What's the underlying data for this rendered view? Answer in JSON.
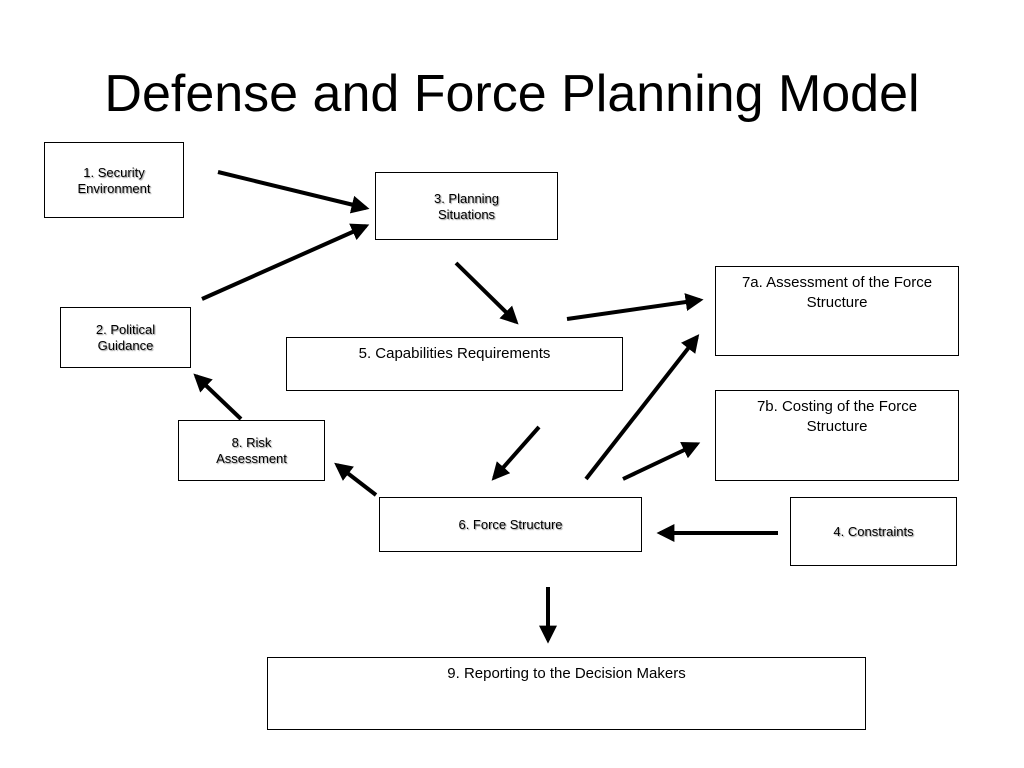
{
  "title": "Defense and Force Planning Model",
  "nodes": {
    "security_environment": "1. Security Environment",
    "political_guidance": "2. Political Guidance",
    "planning_situations": "3. Planning Situations",
    "constraints": "4. Constraints",
    "capabilities_requirements": "5. Capabilities Requirements",
    "force_structure": "6. Force Structure",
    "assessment_force_structure": "7a. Assessment of the Force Structure",
    "costing_force_structure": "7b. Costing of the Force Structure",
    "risk_assessment": "8. Risk Assessment",
    "reporting_decision_makers": "9. Reporting to the Decision Makers"
  }
}
